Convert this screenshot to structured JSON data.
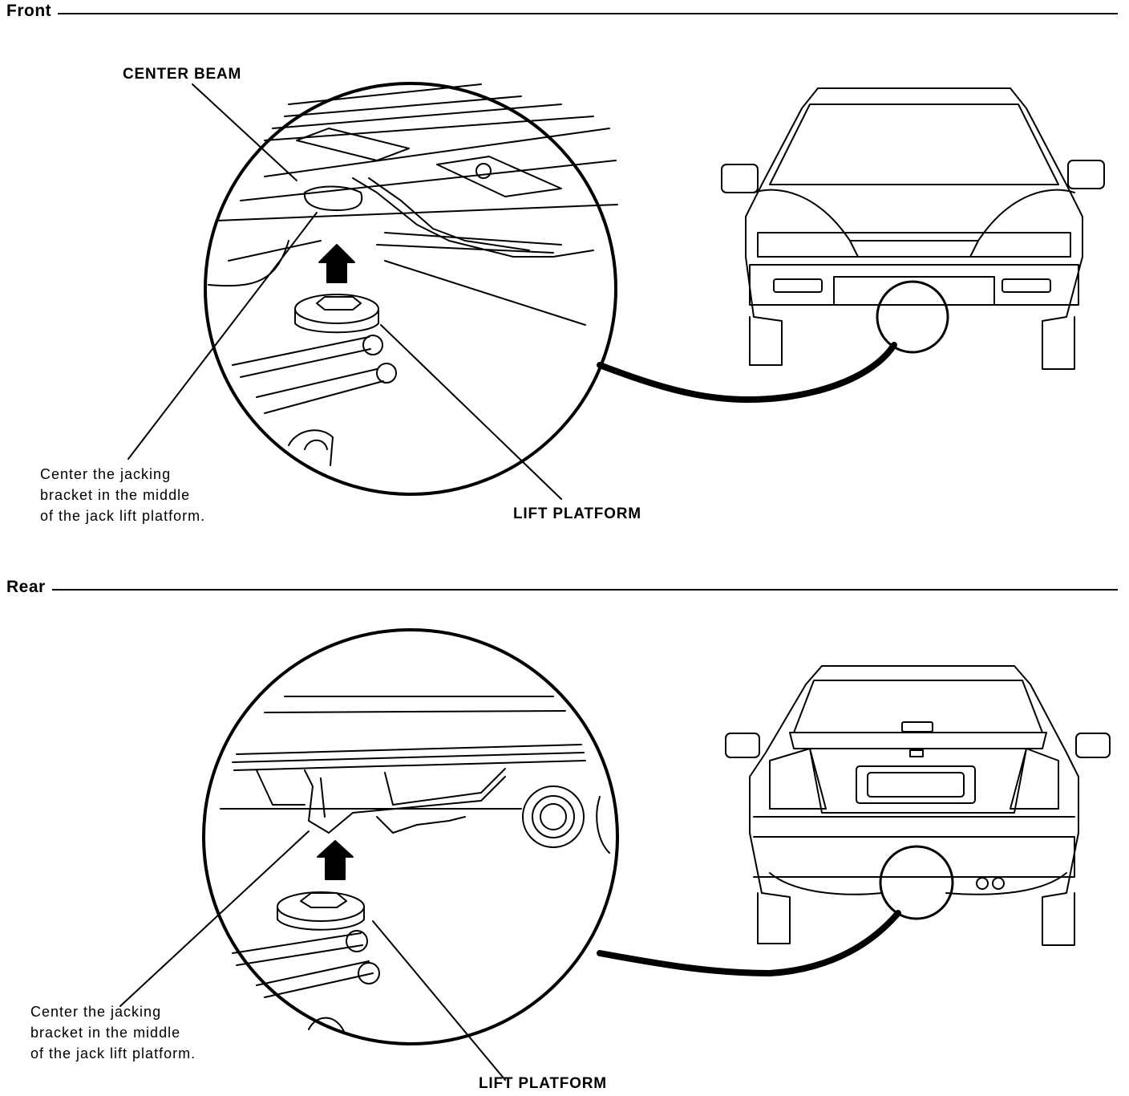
{
  "front": {
    "title": "Front",
    "labels": {
      "center_beam": "CENTER BEAM",
      "lift_platform": "LIFT PLATFORM",
      "note": "Center the jacking\nbracket in the middle\nof the jack lift platform."
    }
  },
  "rear": {
    "title": "Rear",
    "labels": {
      "lift_platform": "LIFT PLATFORM",
      "note": "Center the jacking\nbracket in the middle\nof the jack lift platform."
    }
  }
}
